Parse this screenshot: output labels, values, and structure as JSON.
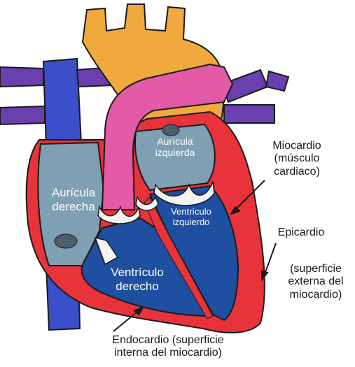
{
  "labels": {
    "auricula_izquierda": [
      "Aurícula",
      "izquierda"
    ],
    "auricula_derecha": [
      "Aurícula",
      "derecha"
    ],
    "ventriculo_izquierdo": [
      "Ventrículo",
      "izquierdo"
    ],
    "ventriculo_derecho": [
      "Ventrículo",
      "derecho"
    ],
    "miocardio": [
      "Miocardio",
      "(músculo",
      "cardiaco)"
    ],
    "epicardio": [
      "Epicardio"
    ],
    "epicardio_nota": [
      "(superficie",
      "externa del",
      "miocardio)"
    ],
    "endocardio": [
      "Endocardio (superficie",
      "interna del miocardio)"
    ]
  },
  "colors": {
    "muscle_red": "#e8333a",
    "chamber_blue": "#1e4fa0",
    "atrium_gray": "#7f9fb2",
    "aorta_orange": "#f0a93c",
    "pulmonary_pink": "#e35aa6",
    "vein_blue": "#3b4fc8",
    "vessel_purple": "#6a3fae",
    "valve_white": "#f3f3f3"
  }
}
